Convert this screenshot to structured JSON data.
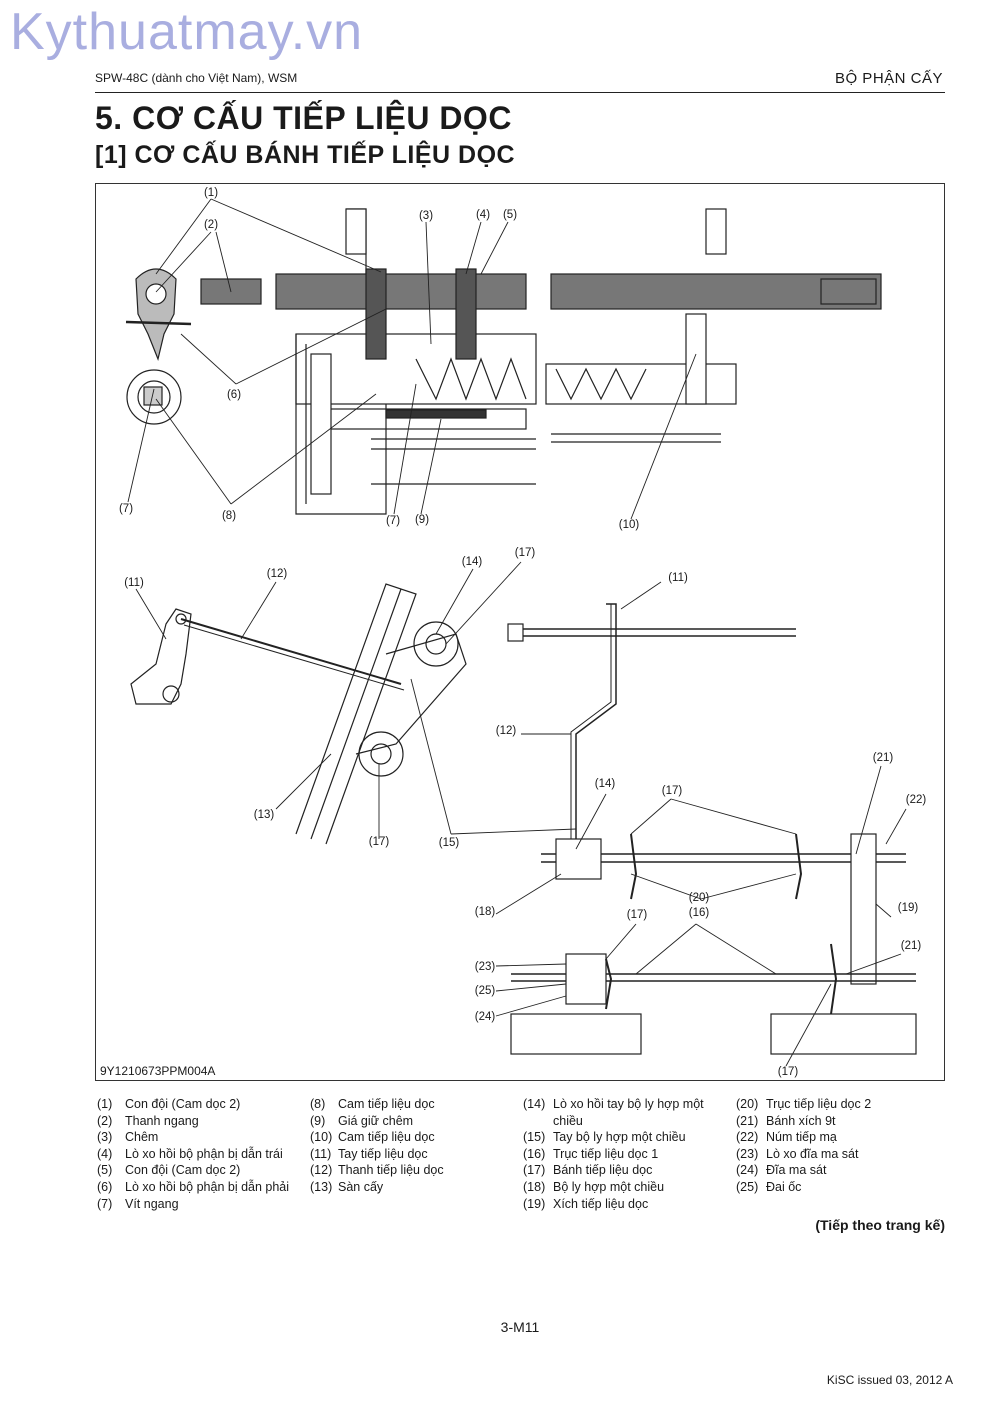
{
  "watermark": "Kythuatmay.vn",
  "header": {
    "left": "SPW-48C (dành cho Việt Nam), WSM",
    "right": "BỘ PHẬN CẤY"
  },
  "title": "5.   CƠ CẤU TIẾP LIỆU DỌC",
  "subtitle": "[1]   CƠ CẤU BÁNH TIẾP LIỆU DỌC",
  "figure": {
    "code": "9Y1210673PPM004A",
    "callouts": [
      "(1)",
      "(2)",
      "(3)",
      "(4)",
      "(5)",
      "(6)",
      "(7)",
      "(8)",
      "(7)",
      "(9)",
      "(10)",
      "(11)",
      "(12)",
      "(14)",
      "(17)",
      "(11)",
      "(12)",
      "(13)",
      "(17)",
      "(15)",
      "(14)",
      "(17)",
      "(21)",
      "(22)",
      "(18)",
      "(20)",
      "(17)",
      "(16)",
      "(19)",
      "(21)",
      "(23)",
      "(25)",
      "(24)",
      "(17)"
    ]
  },
  "legend": {
    "col1": [
      {
        "num": "(1)",
        "text": "Con đội (Cam dọc 2)"
      },
      {
        "num": "(2)",
        "text": "Thanh ngang"
      },
      {
        "num": "(3)",
        "text": "Chêm"
      },
      {
        "num": "(4)",
        "text": "Lò xo hồi bộ phận bị dẫn trái"
      },
      {
        "num": "(5)",
        "text": "Con đội (Cam dọc 2)"
      },
      {
        "num": "(6)",
        "text": "Lò xo hồi bộ phận bị dẫn phải"
      },
      {
        "num": "(7)",
        "text": "Vít ngang"
      }
    ],
    "col2": [
      {
        "num": "(8)",
        "text": "Cam tiếp liệu dọc"
      },
      {
        "num": "(9)",
        "text": "Giá giữ chêm"
      },
      {
        "num": "(10)",
        "text": "Cam tiếp liệu dọc"
      },
      {
        "num": "(11)",
        "text": "Tay tiếp liệu dọc"
      },
      {
        "num": "(12)",
        "text": "Thanh tiếp liệu dọc"
      },
      {
        "num": "(13)",
        "text": "Sàn cấy"
      }
    ],
    "col3": [
      {
        "num": "(14)",
        "text": "Lò xo hồi tay bộ ly hợp một"
      },
      {
        "num": "",
        "text": "chiều"
      },
      {
        "num": "(15)",
        "text": "Tay bộ ly hợp một chiều"
      },
      {
        "num": "(16)",
        "text": "Trục tiếp liệu dọc 1"
      },
      {
        "num": "(17)",
        "text": "Bánh tiếp liệu dọc"
      },
      {
        "num": "(18)",
        "text": "Bộ ly hợp một chiều"
      },
      {
        "num": "(19)",
        "text": "Xích tiếp liệu dọc"
      }
    ],
    "col4": [
      {
        "num": "(20)",
        "text": "Trục tiếp liệu dọc 2"
      },
      {
        "num": "(21)",
        "text": "Bánh xích 9t"
      },
      {
        "num": "(22)",
        "text": "Núm tiếp mạ"
      },
      {
        "num": "(23)",
        "text": "Lò xo đĩa ma sát"
      },
      {
        "num": "(24)",
        "text": "Đĩa ma sát"
      },
      {
        "num": "(25)",
        "text": "Đai ốc"
      }
    ]
  },
  "continued": "(Tiếp theo trang kế)",
  "page_number": "3-M11",
  "issued": "KiSC issued 03, 2012 A"
}
